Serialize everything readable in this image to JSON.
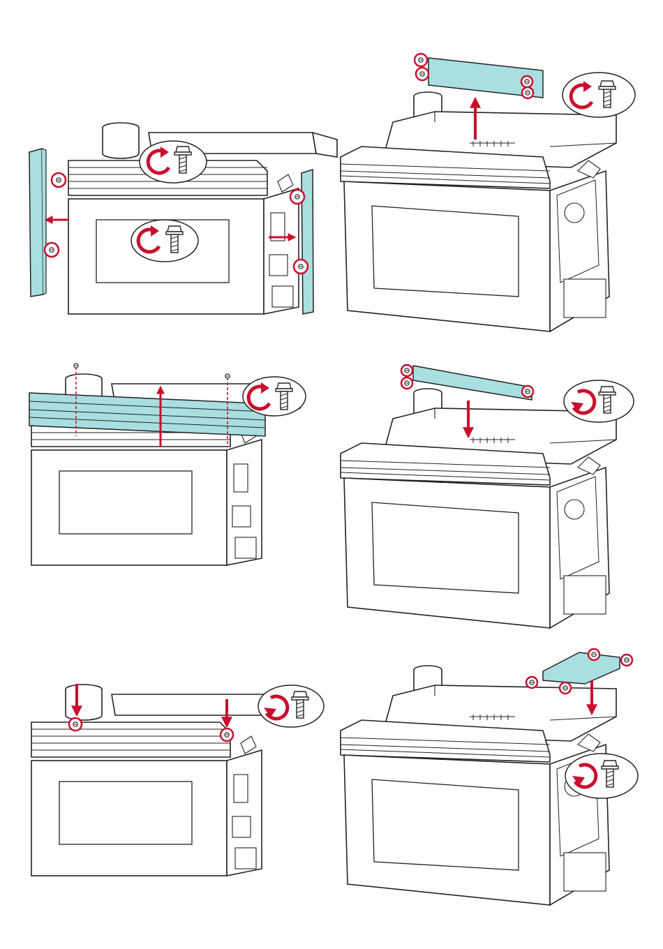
{
  "page": {
    "background": "#ffffff"
  },
  "colors": {
    "outline": "#1a1a1a",
    "panel_fill": "#ffffff",
    "highlight_part": "#a9dfe0",
    "arrow": "#c8102e",
    "callout_circle": "#c8102e",
    "glass_outline": "#222222"
  },
  "steps": [
    {
      "id": "step-1",
      "highlighted_part": "side-trim-pieces",
      "arrows": [
        "left",
        "right"
      ],
      "rotation": "counterclockwise",
      "circled_screws": 4
    },
    {
      "id": "step-2",
      "highlighted_part": "top-rear-bracket",
      "arrows": [
        "up"
      ],
      "rotation": "counterclockwise",
      "circled_screws": 4
    },
    {
      "id": "step-3",
      "highlighted_part": "top-louver-panel",
      "arrows": [
        "up"
      ],
      "rotation": "counterclockwise",
      "circled_screws": 0
    },
    {
      "id": "step-4",
      "highlighted_part": "top-rear-bracket",
      "arrows": [
        "down"
      ],
      "rotation": "clockwise",
      "circled_screws": 3
    },
    {
      "id": "step-5",
      "highlighted_part": "none",
      "arrows": [
        "down",
        "down"
      ],
      "rotation": "clockwise",
      "circled_screws": 2
    },
    {
      "id": "step-6",
      "highlighted_part": "top-shield",
      "arrows": [
        "down"
      ],
      "rotation": "clockwise",
      "circled_screws": 4
    }
  ],
  "icons": [
    "rotate-counterclockwise-icon",
    "rotate-clockwise-icon",
    "screw-icon",
    "arrow-icon"
  ]
}
